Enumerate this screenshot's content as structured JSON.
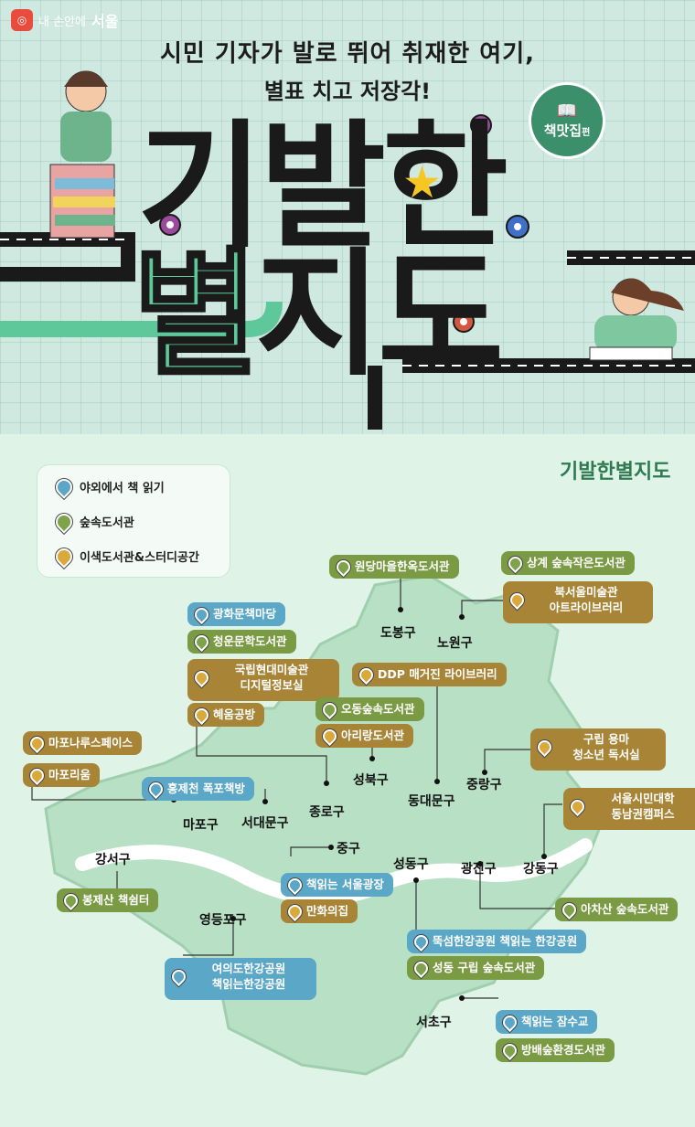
{
  "brand": {
    "prefix": "내 손안에",
    "name": "서울"
  },
  "tagline": {
    "line1": "시민 기자가 발로 뛰어 취재한 여기,",
    "line2": "별표 치고 저장각!"
  },
  "badge": {
    "text": "책맛집",
    "suffix": "편"
  },
  "hero_title": {
    "top": "기발한",
    "bottom_green": "별",
    "bottom_rest": "지도"
  },
  "map_title": "기발한별지도",
  "legend": [
    {
      "label": "야외에서 책 읽기",
      "color": "blue"
    },
    {
      "label": "숲속도서관",
      "color": "green"
    },
    {
      "label": "이색도서관&스터디공간",
      "color": "gold"
    }
  ],
  "colors": {
    "blue": "#5aa7c7",
    "green": "#7a9a43",
    "gold": "#a88437",
    "land": "#b7e0c4",
    "river": "#ffffff"
  },
  "districts": {
    "dobong": "도봉구",
    "nowon": "노원구",
    "seongbuk": "성북구",
    "jungnang": "중랑구",
    "dongdaemun": "동대문구",
    "jongno": "종로구",
    "seodaemun": "서대문구",
    "mapo": "마포구",
    "jung": "중구",
    "gangseo": "강서구",
    "seongdong": "성동구",
    "gwangjin": "광진구",
    "gangdong": "강동구",
    "yeongdeungpo": "영등포구",
    "seocho": "서초구"
  },
  "places": {
    "p1": "원당마을한옥도서관",
    "p2": "상계 숲속작은도서관",
    "p3a": "북서울미술관",
    "p3b": "아트라이브러리",
    "p4": "광화문책마당",
    "p5": "청운문학도서관",
    "p6a": "국립현대미술관",
    "p6b": "디지털정보실",
    "p7": "DDP 매거진 라이브러리",
    "p8": "혜움공방",
    "p9": "오동숲속도서관",
    "p10": "아리랑도서관",
    "p11": "마포나루스페이스",
    "p12": "마포리움",
    "p13a": "구립 용마",
    "p13b": "청소년 독서실",
    "p14": "홍제천 폭포책방",
    "p15a": "서울시민대학",
    "p15b": "동남권캠퍼스",
    "p16": "책읽는 서울광장",
    "p17": "봉제산 책쉼터",
    "p18": "만화의집",
    "p19": "아차산 숲속도서관",
    "p20": "뚝섬한강공원 책읽는 한강공원",
    "p21": "성동 구립 숲속도서관",
    "p22a": "여의도한강공원",
    "p22b": "책읽는한강공원",
    "p23": "책읽는 잠수교",
    "p24": "방배숲환경도서관"
  }
}
